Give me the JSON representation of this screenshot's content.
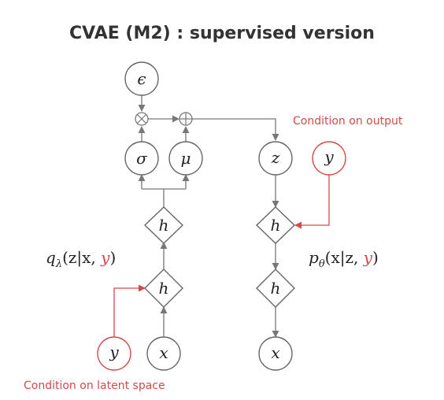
{
  "title": "CVAE (M2) : supervised version",
  "colors": {
    "line": "#777777",
    "accent": "#d44a4a",
    "text": "#222222"
  },
  "nodes": {
    "epsilon": "ϵ",
    "sigma": "σ",
    "mu": "μ",
    "z": "z",
    "y_decoder": "y",
    "h_encoder_top": "h",
    "h_encoder_bottom": "h",
    "h_decoder_top": "h",
    "h_decoder_bottom": "h",
    "y_encoder": "y",
    "x_encoder": "x",
    "x_decoder": "x"
  },
  "operators": {
    "multiply": "⊗",
    "add": "⊕"
  },
  "labels": {
    "encoder": {
      "q": "q",
      "sub": "λ",
      "args": "(z|x, ",
      "y": "y",
      "close": ")"
    },
    "decoder": {
      "p": "p",
      "sub": "θ",
      "args": "(x|z, ",
      "y": "y",
      "close": ")"
    }
  },
  "captions": {
    "output": "Condition on output",
    "latent": "Condition on latent space"
  }
}
